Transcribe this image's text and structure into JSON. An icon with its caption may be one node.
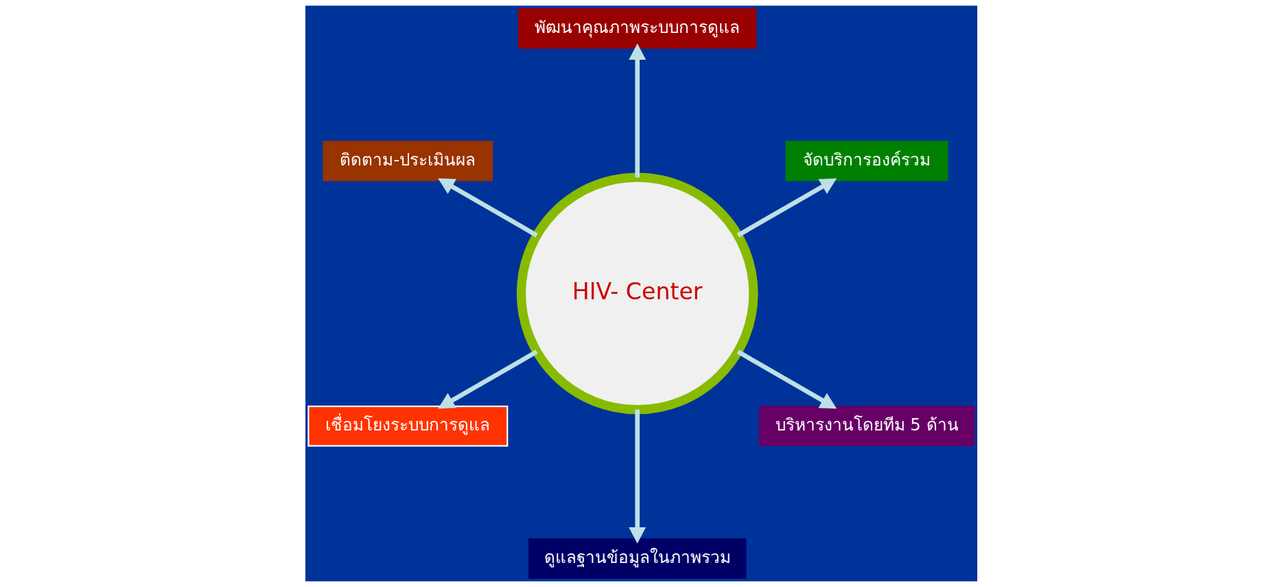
{
  "diagram": {
    "nodes": [
      {
        "text": [
          "จัดบริการองค์รวม"
        ]
      },
      {
        "text": [
          "พัฒนาคุณภาพระบบการดูแล"
        ]
      },
      {
        "text": [
          "ติดตาม-ประเมินผล"
        ]
      },
      {
        "text": [
          "HIV- Center"
        ]
      },
      {
        "text": [
          "เชื่อมโยงระบบการดูแล"
        ]
      },
      {
        "text": [
          "ดูแลฐานข้อมูลในภาพรวม"
        ]
      },
      {
        "text": [
          "บริหารงานโดยทีม 5 ด้าน"
        ]
      }
    ],
    "edges": [
      {
        "from": 3,
        "to": 0,
        "arrow": "to"
      },
      {
        "from": 3,
        "to": 1,
        "arrow": "to"
      },
      {
        "from": 3,
        "to": 2,
        "arrow": "to"
      },
      {
        "from": 3,
        "to": 4,
        "arrow": "to"
      },
      {
        "from": 3,
        "to": 5,
        "arrow": "to"
      },
      {
        "from": 3,
        "to": 6,
        "arrow": "to"
      }
    ]
  }
}
